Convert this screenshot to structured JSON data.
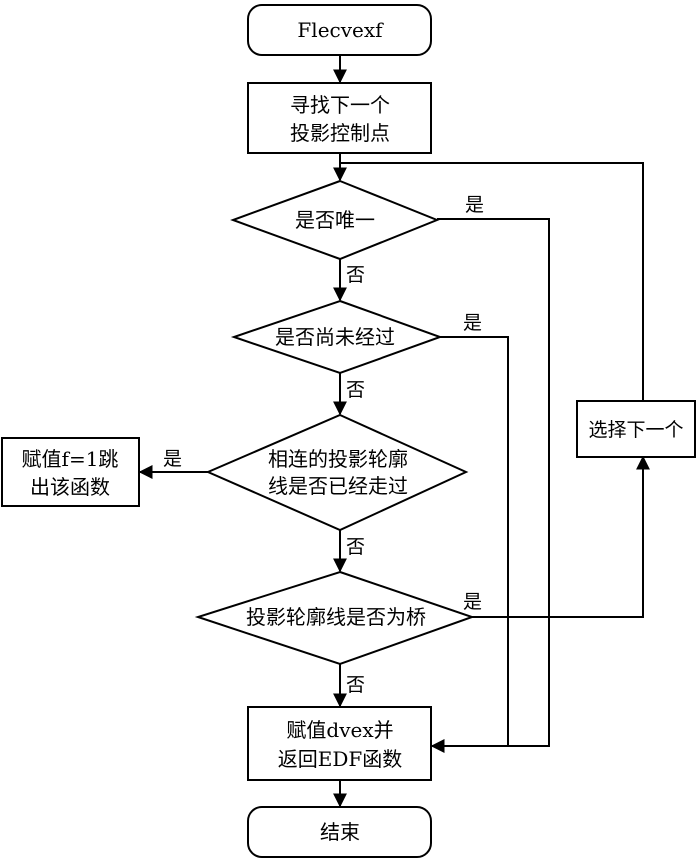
{
  "nodes": {
    "start": "Flecvexf",
    "find_next": [
      "寻找下一个",
      "投影控制点"
    ],
    "is_unique": "是否唯一",
    "not_passed": "是否尚未经过",
    "connected_passed": [
      "相连的投影轮廓",
      "线是否已经走过"
    ],
    "is_bridge": "投影轮廓线是否为桥",
    "assign_f": [
      "赋值f=1跳",
      "出该函数"
    ],
    "select_next": "选择下一个",
    "assign_dvex": [
      "赋值dvex并",
      "返回EDF函数"
    ],
    "end": "结束"
  },
  "edge_labels": {
    "yes": "是",
    "no": "否"
  }
}
